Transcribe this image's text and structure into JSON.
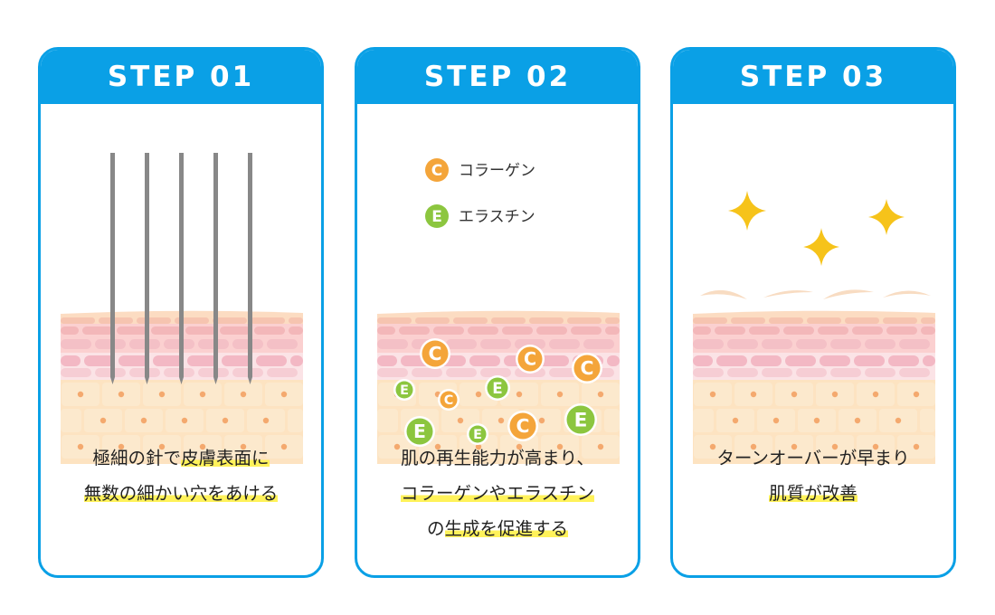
{
  "steps": [
    {
      "label": "STEP 01",
      "caption": [
        [
          {
            "t": "極細の針で",
            "hl": false
          },
          {
            "t": "皮膚表面に",
            "hl": true
          }
        ],
        [
          {
            "t": "無数の細かい穴をあける",
            "hl": true
          }
        ]
      ]
    },
    {
      "label": "STEP 02",
      "legend": [
        {
          "letter": "C",
          "text": "コラーゲン",
          "icon": "collagen-icon"
        },
        {
          "letter": "E",
          "text": "エラスチン",
          "icon": "elastin-icon"
        }
      ],
      "caption": [
        [
          {
            "t": "肌の再生能力が高まり、",
            "hl": false
          }
        ],
        [
          {
            "t": "コラーゲンやエラスチン",
            "hl": true
          }
        ],
        [
          {
            "t": "の",
            "hl": false
          },
          {
            "t": "生成を促進する",
            "hl": true
          }
        ]
      ]
    },
    {
      "label": "STEP 03",
      "caption": [
        [
          {
            "t": "ターンオーバーが早まり",
            "hl": false
          }
        ],
        [
          {
            "t": "肌質が改善",
            "hl": true
          }
        ]
      ]
    }
  ],
  "colors": {
    "header": "#0aa0e6",
    "highlight": "#fff25a",
    "collagen": "#f4a53a",
    "elastin": "#8cc63f",
    "sparkle": "#f6c31a",
    "needle": "#888888"
  }
}
